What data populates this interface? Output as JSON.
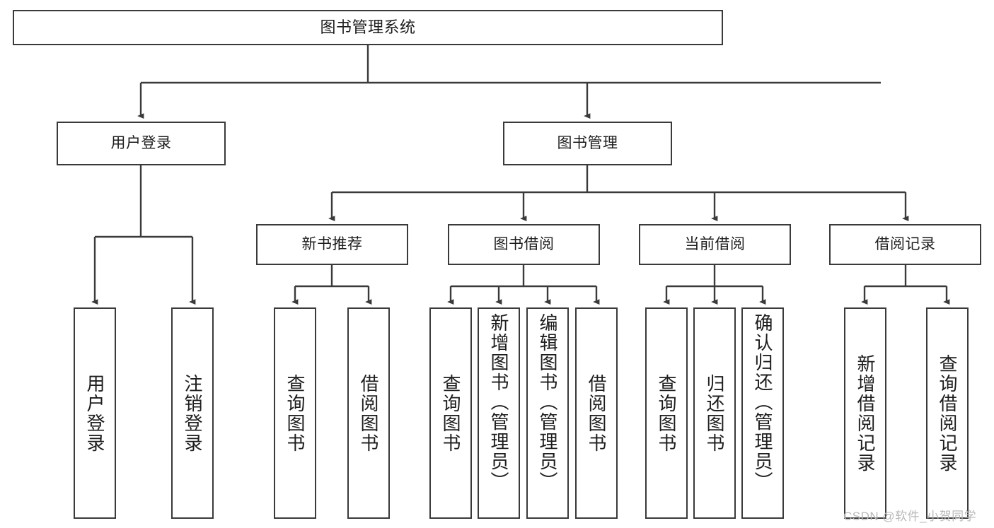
{
  "diagram": {
    "type": "hierarchy-tree",
    "title": "图书管理系统",
    "watermark": "CSDN @软件_小贺同学",
    "colors": {
      "stroke": "#3a3a3a",
      "fill": "#ffffff",
      "text": "#1d1d1d",
      "watermark": "#b9b9b9"
    },
    "nodes": {
      "root": {
        "label": "图书管理系统",
        "orientation": "horizontal"
      },
      "l1": [
        {
          "id": "user-login",
          "label": "用户登录",
          "orientation": "horizontal"
        },
        {
          "id": "book-manage",
          "label": "图书管理",
          "orientation": "horizontal"
        }
      ],
      "l2": [
        {
          "id": "new-book-rec",
          "label": "新书推荐",
          "orientation": "horizontal"
        },
        {
          "id": "book-borrow",
          "label": "图书借阅",
          "orientation": "horizontal"
        },
        {
          "id": "current-borrow",
          "label": "当前借阅",
          "orientation": "horizontal"
        },
        {
          "id": "borrow-record",
          "label": "借阅记录",
          "orientation": "horizontal"
        }
      ],
      "leaves": [
        {
          "id": "leaf-user-login",
          "label": "用户登录",
          "parent": "user-login",
          "orientation": "vertical"
        },
        {
          "id": "leaf-user-logout",
          "label": "注销登录",
          "parent": "user-login",
          "orientation": "vertical"
        },
        {
          "id": "leaf-query-book-1",
          "label": "查询图书",
          "parent": "new-book-rec",
          "orientation": "vertical"
        },
        {
          "id": "leaf-borrow-book-1",
          "label": "借阅图书",
          "parent": "new-book-rec",
          "orientation": "vertical"
        },
        {
          "id": "leaf-query-book-2",
          "label": "查询图书",
          "parent": "book-borrow",
          "orientation": "vertical"
        },
        {
          "id": "leaf-add-book",
          "label": "新增图书（管理员）",
          "parent": "book-borrow",
          "orientation": "vertical"
        },
        {
          "id": "leaf-edit-book",
          "label": "编辑图书（管理员）",
          "parent": "book-borrow",
          "orientation": "vertical"
        },
        {
          "id": "leaf-borrow-book-2",
          "label": "借阅图书",
          "parent": "book-borrow",
          "orientation": "vertical"
        },
        {
          "id": "leaf-query-book-3",
          "label": "查询图书",
          "parent": "current-borrow",
          "orientation": "vertical"
        },
        {
          "id": "leaf-return-book",
          "label": "归还图书",
          "parent": "current-borrow",
          "orientation": "vertical"
        },
        {
          "id": "leaf-confirm-return",
          "label": "确认归还（管理员）",
          "parent": "current-borrow",
          "orientation": "vertical"
        },
        {
          "id": "leaf-add-record",
          "label": "新增借阅记录",
          "parent": "borrow-record",
          "orientation": "vertical"
        },
        {
          "id": "leaf-query-record",
          "label": "查询借阅记录",
          "parent": "borrow-record",
          "orientation": "vertical"
        }
      ]
    }
  }
}
